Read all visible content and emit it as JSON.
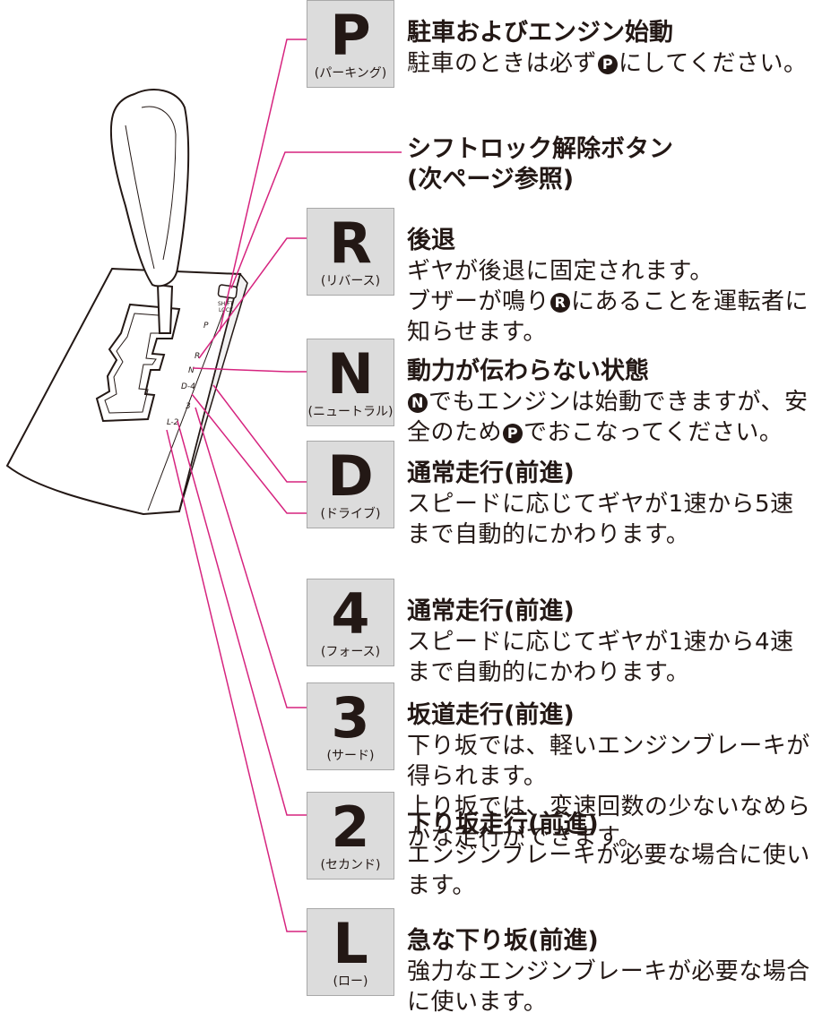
{
  "colors": {
    "leader_line": "#d6247f",
    "box_fill": "#dcdcdc",
    "text": "#231815"
  },
  "shift_lock": {
    "title_line1": "シフトロック解除ボタン",
    "title_line2": "(次ページ参照)",
    "label_top": "SHIFT",
    "label_bottom": "LOCK"
  },
  "gate_labels": [
    "P",
    "R",
    "N",
    "D-4",
    "3",
    "L-2"
  ],
  "positions": [
    {
      "letter": "P",
      "reading": "(パーキング)",
      "title": "駐車およびエンジン始動",
      "lines": [
        {
          "pre": "駐車のときは必ず",
          "circ": "P",
          "post": "にしてください。"
        }
      ]
    },
    {
      "letter": "R",
      "reading": "(リバース)",
      "title": "後退",
      "lines": [
        {
          "pre": "ギヤが後退に固定されます。"
        },
        {
          "pre": "ブザーが鳴り",
          "circ": "R",
          "post": "にあることを運転者に"
        },
        {
          "pre": "知らせます。"
        }
      ]
    },
    {
      "letter": "N",
      "reading": "(ニュートラル)",
      "title": "動力が伝わらない状態",
      "lines": [
        {
          "circ": "N",
          "post": "でもエンジンは始動できますが、安"
        },
        {
          "pre": "全のため",
          "circ": "P",
          "post": "でおこなってください。"
        }
      ]
    },
    {
      "letter": "D",
      "reading": "(ドライブ)",
      "title": "通常走行(前進)",
      "lines": [
        {
          "pre": "スピードに応じてギヤが1速から5速"
        },
        {
          "pre": "まで自動的にかわります。"
        }
      ]
    },
    {
      "letter": "4",
      "reading": "(フォース)",
      "title": "通常走行(前進)",
      "lines": [
        {
          "pre": "スピードに応じてギヤが1速から4速"
        },
        {
          "pre": "まで自動的にかわります。"
        }
      ]
    },
    {
      "letter": "3",
      "reading": "(サード)",
      "title": "坂道走行(前進)",
      "lines": [
        {
          "pre": "下り坂では、軽いエンジンブレーキが"
        },
        {
          "pre": "得られます。"
        },
        {
          "pre": "上り坂では、変速回数の少ないなめら"
        },
        {
          "pre": "かな走行ができます。"
        }
      ]
    },
    {
      "letter": "2",
      "reading": "(セカンド)",
      "title": "下り坂走行(前進)",
      "lines": [
        {
          "pre": "エンジンブレーキが必要な場合に使い"
        },
        {
          "pre": "ます。"
        }
      ]
    },
    {
      "letter": "L",
      "reading": "(ロー)",
      "title": "急な下り坂(前進)",
      "lines": [
        {
          "pre": "強力なエンジンブレーキが必要な場合"
        },
        {
          "pre": "に使います。"
        }
      ]
    }
  ]
}
